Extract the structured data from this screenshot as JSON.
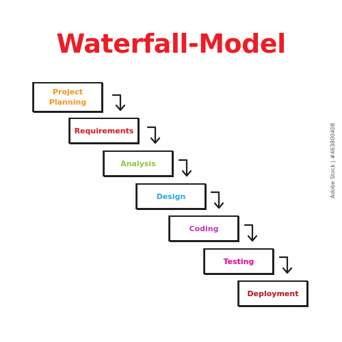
{
  "title": {
    "text": "Waterfall-Model",
    "color": "#ee1c25"
  },
  "steps": [
    {
      "label_lines": [
        "Project",
        "Planning"
      ],
      "color": "#f7941d"
    },
    {
      "label_lines": [
        "Requirements"
      ],
      "color": "#d71920"
    },
    {
      "label_lines": [
        "Analysis"
      ],
      "color": "#8dc63f"
    },
    {
      "label_lines": [
        "Design"
      ],
      "color": "#27aae1"
    },
    {
      "label_lines": [
        "Coding"
      ],
      "color": "#c034c4"
    },
    {
      "label_lines": [
        "Testing"
      ],
      "color": "#ec008c"
    },
    {
      "label_lines": [
        "Deployment"
      ],
      "color": "#b5121b"
    }
  ],
  "stock_id": "Adobe Stock | #463800408"
}
